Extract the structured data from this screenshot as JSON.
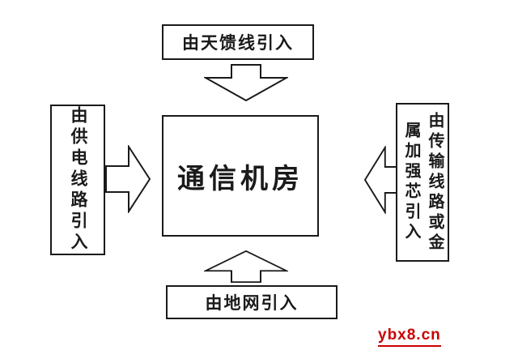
{
  "diagram": {
    "center": {
      "label": "通信机房"
    },
    "top": {
      "label": "由天馈线引入"
    },
    "left": {
      "label": "由供电线路引入"
    },
    "right": {
      "label": "由传输线路或金属加强芯引入"
    },
    "bottom": {
      "label": "由地网引入"
    },
    "arrows": [
      {
        "icon": "arrow-down-icon",
        "from": "top",
        "to": "center"
      },
      {
        "icon": "arrow-right-icon",
        "from": "left",
        "to": "center"
      },
      {
        "icon": "arrow-left-icon",
        "from": "right",
        "to": "center"
      },
      {
        "icon": "arrow-up-icon",
        "from": "bottom",
        "to": "center"
      }
    ],
    "watermark": "ybx8.cn"
  },
  "colors": {
    "background": "#ffffff",
    "line": "#1a1a1a",
    "text": "#1a1a1a",
    "watermark": "#cc0000"
  }
}
